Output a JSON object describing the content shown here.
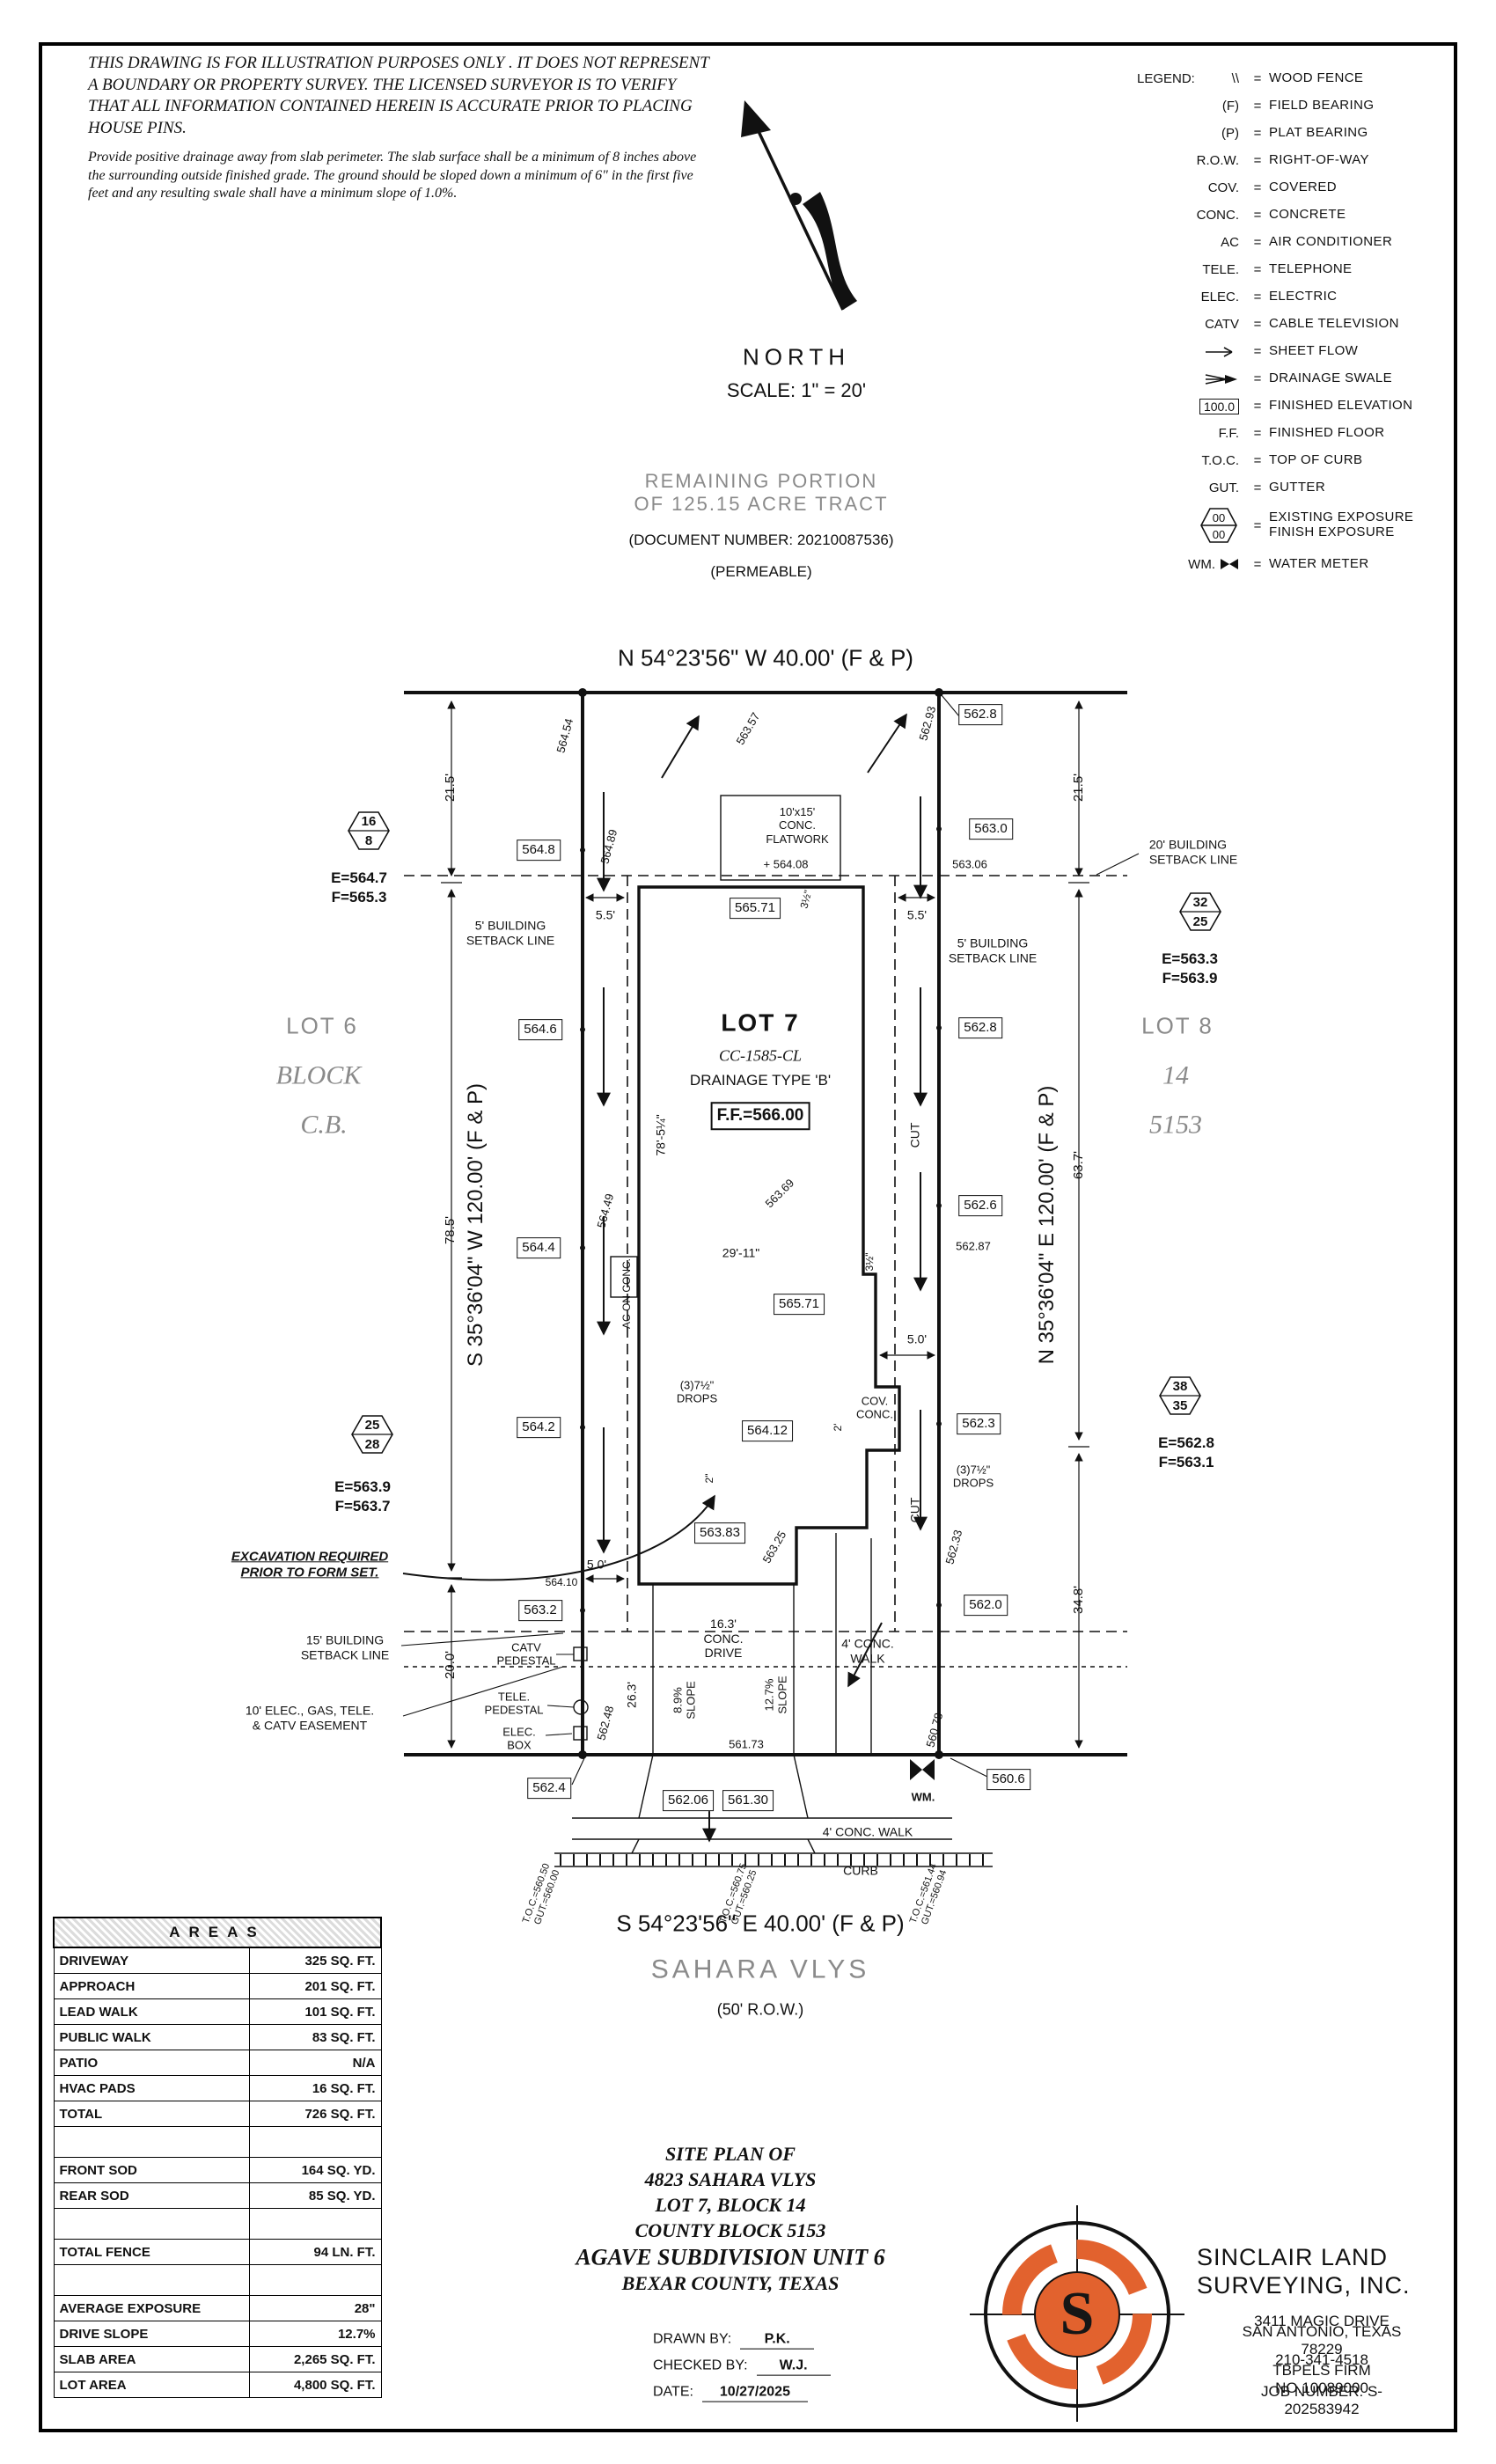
{
  "sheet": {
    "disclaimer_title": "THIS DRAWING IS FOR ILLUSTRATION PURPOSES ONLY . IT DOES NOT REPRESENT A BOUNDARY OR PROPERTY SURVEY. THE LICENSED SURVEYOR IS TO VERIFY THAT ALL INFORMATION CONTAINED HEREIN IS ACCURATE PRIOR TO PLACING HOUSE PINS.",
    "disclaimer_body": "Provide positive drainage away from slab perimeter. The slab surface shall be a minimum of 8 inches above the surrounding outside finished grade. The ground should be sloped down a minimum of 6\" in the first five feet and any resulting swale shall have a minimum slope of 1.0%."
  },
  "compass": {
    "north": "NORTH",
    "scale": "SCALE:  1\" =  20'"
  },
  "legend": {
    "title": "LEGEND:",
    "eq": "=",
    "items": [
      {
        "symbol": "\\\\",
        "label": "WOOD FENCE"
      },
      {
        "symbol": "(F)",
        "label": "FIELD BEARING"
      },
      {
        "symbol": "(P)",
        "label": "PLAT BEARING"
      },
      {
        "symbol": "R.O.W.",
        "label": "RIGHT-OF-WAY"
      },
      {
        "symbol": "COV.",
        "label": "COVERED"
      },
      {
        "symbol": "CONC.",
        "label": "CONCRETE"
      },
      {
        "symbol": "AC",
        "label": "AIR CONDITIONER"
      },
      {
        "symbol": "TELE.",
        "label": "TELEPHONE"
      },
      {
        "symbol": "ELEC.",
        "label": "ELECTRIC"
      },
      {
        "symbol": "CATV",
        "label": "CABLE TELEVISION"
      }
    ],
    "sheet_flow_label": "SHEET FLOW",
    "drainage_swale_label": "DRAINAGE SWALE",
    "finished_elevation_value": "100.0",
    "finished_elevation_label": "FINISHED ELEVATION",
    "ff_symbol": "F.F.",
    "ff_label": "FINISHED FLOOR",
    "toc_symbol": "T.O.C.",
    "toc_label": "TOP OF CURB",
    "gut_symbol": "GUT.",
    "gut_label": "GUTTER",
    "exposure_top": "00",
    "exposure_bottom": "00",
    "exposure_label": "EXISTING EXPOSURE\nFINISH EXPOSURE",
    "wm_symbol": "WM.",
    "wm_label": "WATER METER"
  },
  "plat": {
    "labels": {
      "remaining_1": "REMAINING PORTION\nOF 125.15 ACRE TRACT",
      "remaining_2": "(DOCUMENT NUMBER:  20210087536)",
      "remaining_3": "(PERMEABLE)",
      "bearing_top": "N 54°23'56\" W  40.00'  (F & P)",
      "bearing_bottom": "S 54°23'56\" E  40.00'  (F & P)",
      "bearing_left": "S 35°36'04\" W  120.00'  (F & P)",
      "bearing_right": "N 35°36'04\" E  120.00'  (F & P)",
      "street_name": "SAHARA VLYS",
      "row_label": "(50' R.O.W.)",
      "lot6": "LOT 6",
      "block_txt": "BLOCK",
      "cb_txt": "C.B.",
      "lot7": "LOT 7",
      "cc": "CC-1585-CL",
      "drainage_type": "DRAINAGE TYPE 'B'",
      "ff": "F.F.=566.00",
      "lot8": "LOT 8",
      "lot8_14": "14",
      "lot8_5153": "5153",
      "dim_21_5_l": "21.5'",
      "dim_78_5": "78.5'",
      "dim_20_0": "20.0'",
      "dim_21_5_r": "21.5'",
      "dim_63_7": "63.7'",
      "dim_34_8": "34.8'",
      "dim_5_5_l": "5.5'",
      "dim_5_5_r": "5.5'",
      "dim_5_0_r": "5.0'",
      "dim_5_0_l": "5.0'",
      "dim_78_5q": "78'-5¼\"",
      "dim_29_11": "29'-11\"",
      "dim_3h_a": "3½\"",
      "dim_3h_b": "3½\"",
      "dim_2ft": "2'",
      "dim_2in": "2\"",
      "dim_26_3": "26.3'",
      "drive_label": "16.3'\nCONC.\nDRIVE",
      "slope_8_9": "8.9%\nSLOPE",
      "slope_12_7": "12.7%\nSLOPE",
      "sb20": "20' BUILDING\nSETBACK LINE",
      "sb5_l": "5' BUILDING\nSETBACK LINE",
      "sb5_r": "5' BUILDING\nSETBACK LINE",
      "sb15": "15' BUILDING\nSETBACK LINE",
      "easement": "10' ELEC., GAS, TELE.\n& CATV EASEMENT",
      "catv": "CATV\nPEDESTAL",
      "tele": "TELE.\nPEDESTAL",
      "elecbox": "ELEC.\nBOX",
      "wm": "WM.",
      "excav": "EXCAVATION REQUIRED\nPRIOR TO FORM SET.",
      "flatwork": "10'x15'\nCONC.\nFLATWORK",
      "flatwork_elev": "+ 564.08",
      "ac_label": "AC ON CONC.",
      "drops_l": "(3)7½\"\nDROPS",
      "drops_r": "(3)7½\"\nDROPS",
      "cov_conc": "COV.\nCONC.",
      "cut1": "CUT",
      "cut2": "CUT",
      "walk_upper": "4' CONC.\nWALK",
      "walk_lower": "4' CONC. WALK",
      "curb": "CURB",
      "toc_1": "T.O.C.=560.50\nGUT.=560.00",
      "toc_2": "T.O.C.=560.75\nGUT.=560.25",
      "toc_3": "T.O.C.=561.44\nGUT.=560.94",
      "eb_562_8_top": "562.8",
      "eb_564_8": "564.8",
      "eb_563_0": "563.0",
      "eb_565_71a": "565.71",
      "eb_564_6": "564.6",
      "eb_562_8b": "562.8",
      "eb_562_6": "562.6",
      "eb_564_4": "564.4",
      "eb_565_71b": "565.71",
      "eb_564_2": "564.2",
      "eb_564_12": "564.12",
      "eb_562_3": "562.3",
      "eb_563_83": "563.83",
      "eb_563_2": "563.2",
      "eb_562_0": "562.0",
      "eb_562_4": "562.4",
      "eb_562_06": "562.06",
      "eb_561_30": "561.30",
      "eb_560_6": "560.6",
      "ev_564_54": "564.54",
      "ev_563_57": "563.57",
      "ev_562_93": "562.93",
      "ev_564_89": "564.89",
      "ev_563_06": "563.06",
      "ev_564_49": "564.49",
      "ev_563_69": "563.69",
      "ev_562_87": "562.87",
      "ev_563_25": "563.25",
      "ev_562_33": "562.33",
      "ev_564_10": "564.10",
      "ev_562_48": "562.48",
      "ev_560_78": "560.78",
      "ev_561_73": "561.73",
      "hex1_top": "16",
      "hex1_bot": "8",
      "hex1_e": "E=564.7",
      "hex1_f": "F=565.3",
      "hex2_top": "32",
      "hex2_bot": "25",
      "hex2_e": "E=563.3",
      "hex2_f": "F=563.9",
      "hex3_top": "25",
      "hex3_bot": "28",
      "hex3_e": "E=563.9",
      "hex3_f": "F=563.7",
      "hex4_top": "38",
      "hex4_bot": "35",
      "hex4_e": "E=562.8",
      "hex4_f": "F=563.1"
    }
  },
  "areas": {
    "title": "AREAS",
    "rows": [
      {
        "label": "DRIVEWAY",
        "value": "325 SQ. FT."
      },
      {
        "label": "APPROACH",
        "value": "201 SQ. FT."
      },
      {
        "label": "LEAD WALK",
        "value": "101 SQ. FT."
      },
      {
        "label": "PUBLIC WALK",
        "value": "83 SQ. FT."
      },
      {
        "label": "PATIO",
        "value": "N/A"
      },
      {
        "label": "HVAC PADS",
        "value": "16 SQ. FT."
      },
      {
        "label": "TOTAL",
        "value": "726 SQ. FT."
      },
      {
        "label": "",
        "value": ""
      },
      {
        "label": "FRONT SOD",
        "value": "164 SQ. YD."
      },
      {
        "label": "REAR SOD",
        "value": "85 SQ. YD."
      },
      {
        "label": "",
        "value": ""
      },
      {
        "label": "TOTAL FENCE",
        "value": "94 LN. FT."
      },
      {
        "label": "",
        "value": ""
      },
      {
        "label": "AVERAGE EXPOSURE",
        "value": "28\""
      },
      {
        "label": "DRIVE SLOPE",
        "value": "12.7%"
      },
      {
        "label": "SLAB AREA",
        "value": "2,265 SQ. FT."
      },
      {
        "label": "LOT AREA",
        "value": "4,800 SQ. FT."
      }
    ]
  },
  "title_block": {
    "line1": "SITE PLAN OF",
    "line2": "4823 SAHARA VLYS",
    "line3": "LOT 7, BLOCK 14",
    "line4": "COUNTY BLOCK 5153",
    "line5": "AGAVE SUBDIVISION UNIT 6",
    "line6": "BEXAR COUNTY, TEXAS",
    "drawn_label": "DRAWN BY:",
    "drawn_value": "P.K.",
    "checked_label": "CHECKED BY:",
    "checked_value": "W.J.",
    "date_label": "DATE:",
    "date_value": "10/27/2025"
  },
  "company": {
    "name1": "SINCLAIR LAND",
    "name2": "SURVEYING, INC.",
    "address1": "3411 MAGIC DRIVE",
    "address2": "SAN ANTONIO, TEXAS 78229",
    "phone": "210-341-4518",
    "firm": "TBPELS FIRM NO.10089000",
    "job": "JOB NUMBER:  S-202583942",
    "logo_letter": "S",
    "accent": "#e2622e"
  }
}
